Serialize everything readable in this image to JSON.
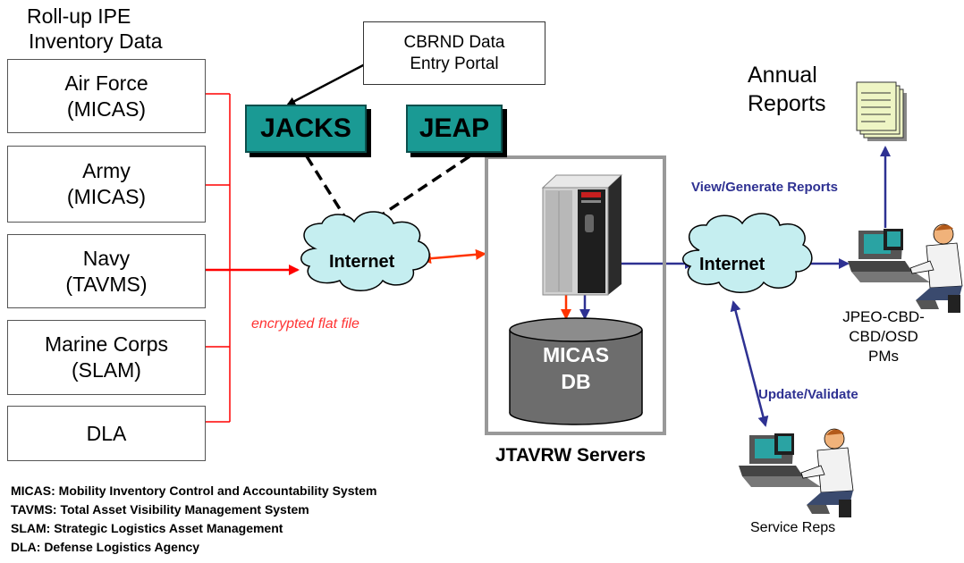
{
  "header": {
    "title_line1": "Roll-up IPE",
    "title_line2": "Inventory Data"
  },
  "sources": [
    {
      "name": "Air Force",
      "system": "(MICAS)"
    },
    {
      "name": "Army",
      "system": "(MICAS)"
    },
    {
      "name": "Navy",
      "system": "(TAVMS)"
    },
    {
      "name": "Marine Corps",
      "system": "(SLAM)"
    },
    {
      "name": "DLA",
      "system": ""
    }
  ],
  "portal": {
    "line1": "CBRND Data",
    "line2": "Entry Portal"
  },
  "systems": {
    "jacks": "JACKS",
    "jeap": "JEAP"
  },
  "internet_left": "Internet",
  "internet_right": "Internet",
  "encrypted_label": "encrypted flat file",
  "database": {
    "line1": "MICAS",
    "line2": "DB"
  },
  "servers_label": "JTAVRW Servers",
  "reports": {
    "line1": "Annual",
    "line2": "Reports"
  },
  "view_generate_label": "View/Generate Reports",
  "update_validate_label": "Update/Validate",
  "pm_label": {
    "line1": "JPEO-CBD-",
    "line2": "CBD/OSD",
    "line3": "PMs"
  },
  "service_reps_label": "Service Reps",
  "legend": [
    "MICAS: Mobility Inventory Control and Accountability System",
    "TAVMS: Total Asset Visibility Management System",
    "SLAM: Strategic Logistics Asset Management",
    "DLA: Defense Logistics Agency"
  ],
  "colors": {
    "red_link": "#ff0000",
    "orange_arrow": "#ff3300",
    "blue_arrow": "#2e3192",
    "teal": "#1a9a94",
    "cloud": "#c5eef0",
    "db_gray": "#6d6d6d",
    "server_border": "#999999"
  }
}
